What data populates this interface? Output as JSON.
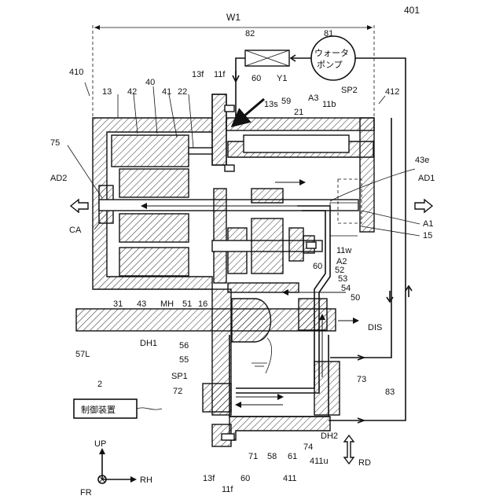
{
  "figure_number": "401",
  "width_label": "W1",
  "pump": {
    "number": "81",
    "name_line1": "ウォータ",
    "name_line2": "ポンプ"
  },
  "cooler_number": "82",
  "control": {
    "number": "2",
    "label": "制御装置"
  },
  "directions": {
    "up": "UP",
    "rh": "RH",
    "fr": "FR",
    "rd": "RD",
    "ad1": "AD1",
    "ad2": "AD2"
  },
  "refs": {
    "r410": "410",
    "r412": "412",
    "r13": "13",
    "r42": "42",
    "r40": "40",
    "r41": "41",
    "r22": "22",
    "r13f_top": "13f",
    "r11f_top": "11f",
    "r60_top": "60",
    "y1": "Y1",
    "r13s": "13s",
    "r59": "59",
    "r21": "21",
    "a3": "A3",
    "r11b": "11b",
    "sp2": "SP2",
    "r75": "75",
    "r43e": "43e",
    "ca": "CA",
    "a1": "A1",
    "r15": "15",
    "r11w": "11w",
    "a2": "A2",
    "r60_mid": "60",
    "r52": "52",
    "r53": "53",
    "r54": "54",
    "r50": "50",
    "r31": "31",
    "r43": "43",
    "mh": "MH",
    "r51": "51",
    "r16": "16",
    "dis": "DIS",
    "r57l": "57L",
    "dh1": "DH1",
    "r56": "56",
    "r55": "55",
    "sp1": "SP1",
    "r72": "72",
    "r73": "73",
    "r83": "83",
    "dh2": "DH2",
    "r74": "74",
    "r71": "71",
    "r58": "58",
    "r61": "61",
    "r411u": "411u",
    "r411": "411",
    "r13f_bot": "13f",
    "r60_bot": "60",
    "r11f_bot": "11f"
  }
}
